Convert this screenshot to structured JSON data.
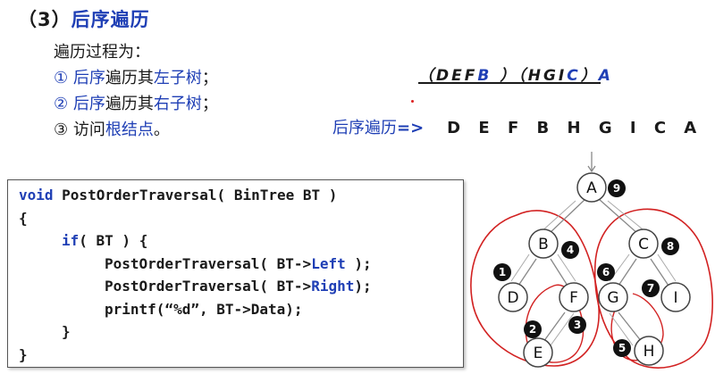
{
  "title": {
    "number": "（3）",
    "text": "后序遍历"
  },
  "steps": {
    "heading": "遍历过程为：",
    "items": [
      {
        "mark": "①",
        "prefix": " 后序",
        "suffix": "遍历其",
        "emph": "左子树",
        "end": "；"
      },
      {
        "mark": "②",
        "prefix": " 后序",
        "suffix": "遍历其",
        "emph": "右子树",
        "end": "；"
      },
      {
        "mark": "③",
        "prefix": " 访问",
        "suffix": "",
        "emph": "根结点",
        "end": "。"
      }
    ]
  },
  "sequence": {
    "open1": "（",
    "left_plain": "DEF",
    "left_root": "B",
    "close1": " ）",
    "open2": "（",
    "right_plain": "HGI",
    "right_root": "C",
    "close2": "）",
    "root": "A"
  },
  "result": {
    "label": "后序遍历",
    "arrow": "=>",
    "value": "D E F B H G I C A"
  },
  "code": {
    "l1_kw": "void",
    "l1_rest": " PostOrderTraversal( BinTree BT )",
    "l2": "{",
    "l3_kw": "if",
    "l3_rest": "( BT ) {",
    "l4_a": "PostOrderTraversal( BT->",
    "l4_kw": "Left",
    "l4_b": " );",
    "l5_a": "PostOrderTraversal( BT->",
    "l5_kw": "Right",
    "l5_b": ");",
    "l6": "printf(“%d”, BT->Data);",
    "l7": "}",
    "l8": "}"
  },
  "tree": {
    "nodes": [
      "A",
      "B",
      "C",
      "D",
      "F",
      "G",
      "I",
      "E",
      "H"
    ],
    "order_badges": [
      "1",
      "2",
      "3",
      "4",
      "5",
      "6",
      "7",
      "8",
      "9"
    ]
  },
  "colors": {
    "accent_blue": "#1f3fb5",
    "annotation_red": "#d22222",
    "badge": "#111111"
  }
}
